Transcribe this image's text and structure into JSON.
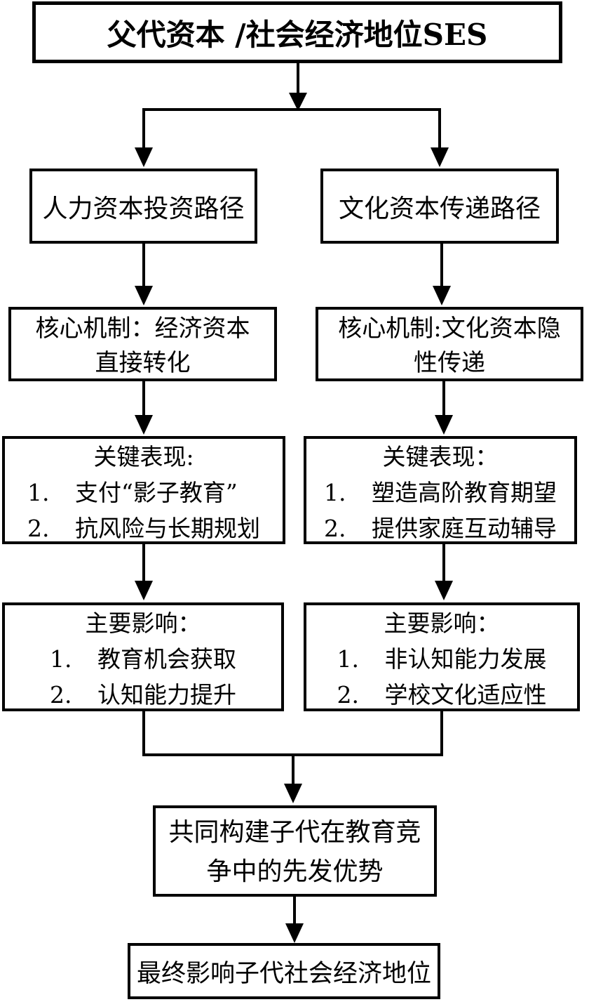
{
  "diagram": {
    "root": {
      "label": "父代资本 /社会经济地位SES"
    },
    "paths": {
      "left": {
        "branch": "人力资本投资路径",
        "mechanism": {
          "lines": [
            "核心机制：经济资本",
            "直接转化"
          ]
        },
        "manifestation": {
          "title": "关键表现:",
          "items": [
            {
              "num": "1.",
              "text": "支付“影子教育”"
            },
            {
              "num": "2.",
              "text": "抗风险与长期规划"
            }
          ]
        },
        "impact": {
          "title": "主要影响：",
          "items": [
            {
              "num": "1.",
              "text": "教育机会获取"
            },
            {
              "num": "2.",
              "text": "认知能力提升"
            }
          ]
        }
      },
      "right": {
        "branch": "文化资本传递路径",
        "mechanism": {
          "lines": [
            "核心机制:文化资本隐",
            "性传递"
          ]
        },
        "manifestation": {
          "title": "关键表现：",
          "items": [
            {
              "num": "1.",
              "text": "塑造高阶教育期望"
            },
            {
              "num": "2.",
              "text": "提供家庭互动辅导"
            }
          ]
        },
        "impact": {
          "title": "主要影响：",
          "items": [
            {
              "num": "1.",
              "text": "非认知能力发展"
            },
            {
              "num": "2.",
              "text": "学校文化适应性"
            }
          ]
        }
      }
    },
    "merge": {
      "lines": [
        "共同构建子代在教育竞",
        "争中的先发优势"
      ]
    },
    "final": {
      "label": "最终影响子代社会经济地位"
    },
    "colors": {
      "line": "#000000",
      "background": "#ffffff"
    }
  }
}
